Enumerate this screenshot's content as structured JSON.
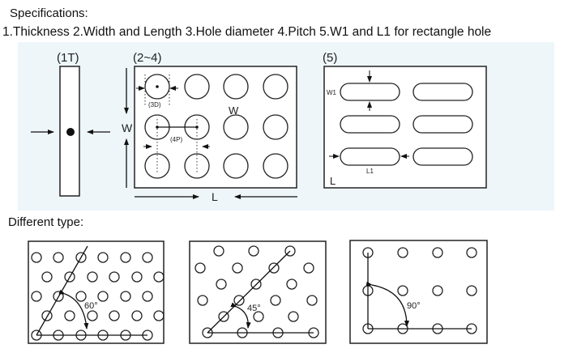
{
  "header": {
    "title": "Specifications:",
    "spec_list": "1.Thickness  2.Width and Length  3.Hole diameter  4.Pitch  5.W1 and L1 for rectangle hole"
  },
  "top_diagrams": {
    "thickness_label": "(1T)",
    "width_length_label": "(2~4)",
    "w_label": "W",
    "w_inner_label": "W",
    "l_label": "L",
    "diameter_label": "(3D)",
    "pitch_label": "(4P)",
    "rect_hole_label": "(5)",
    "w1_label": "W1",
    "l1_label": "L1",
    "l_plate_label": "L"
  },
  "section_title": "Different type:",
  "types": [
    {
      "angle_label": "60°"
    },
    {
      "angle_label": "45°"
    },
    {
      "angle_label": "90°"
    }
  ],
  "colors": {
    "background_tint": "#eef6fa",
    "line": "#222222"
  }
}
